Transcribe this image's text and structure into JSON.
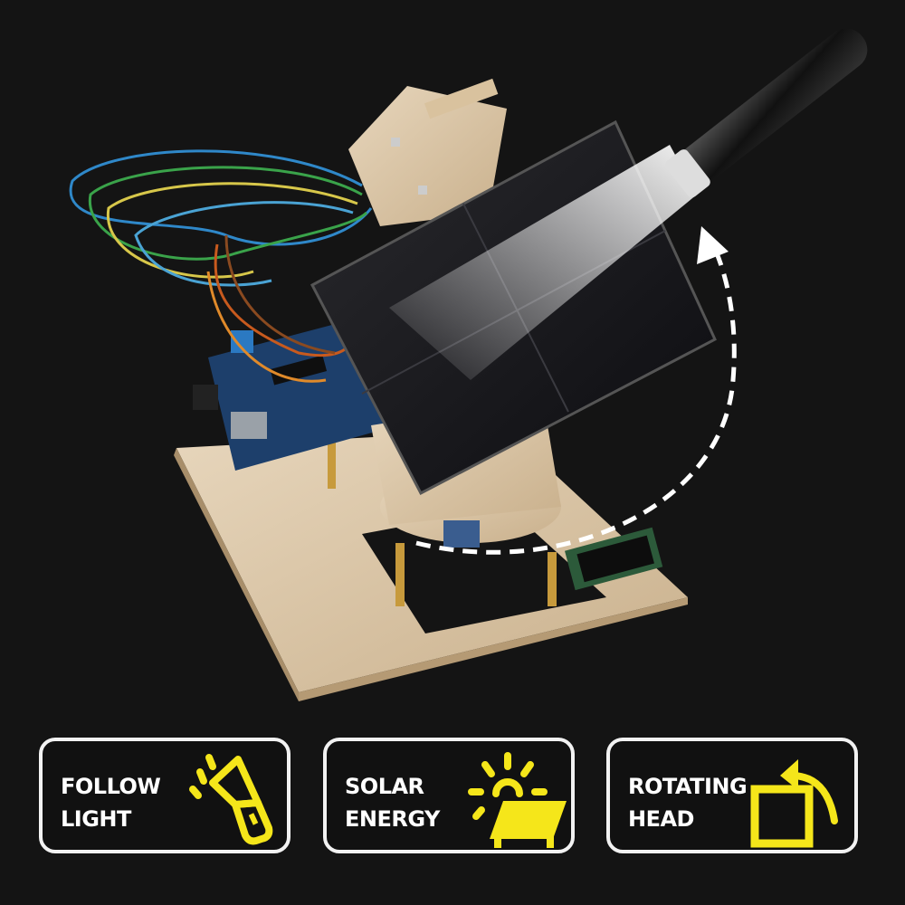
{
  "features": [
    {
      "line1": "FOLLOW",
      "line2": "LIGHT",
      "icon": "flashlight-icon"
    },
    {
      "line1": "SOLAR",
      "line2": "ENERGY",
      "icon": "solar-panel-sun-icon"
    },
    {
      "line1": "ROTATING",
      "line2": "HEAD",
      "icon": "rotate-arrow-icon"
    }
  ],
  "colors": {
    "background": "#141414",
    "accent": "#f5e61a",
    "badge_border": "#f2f2f2"
  }
}
